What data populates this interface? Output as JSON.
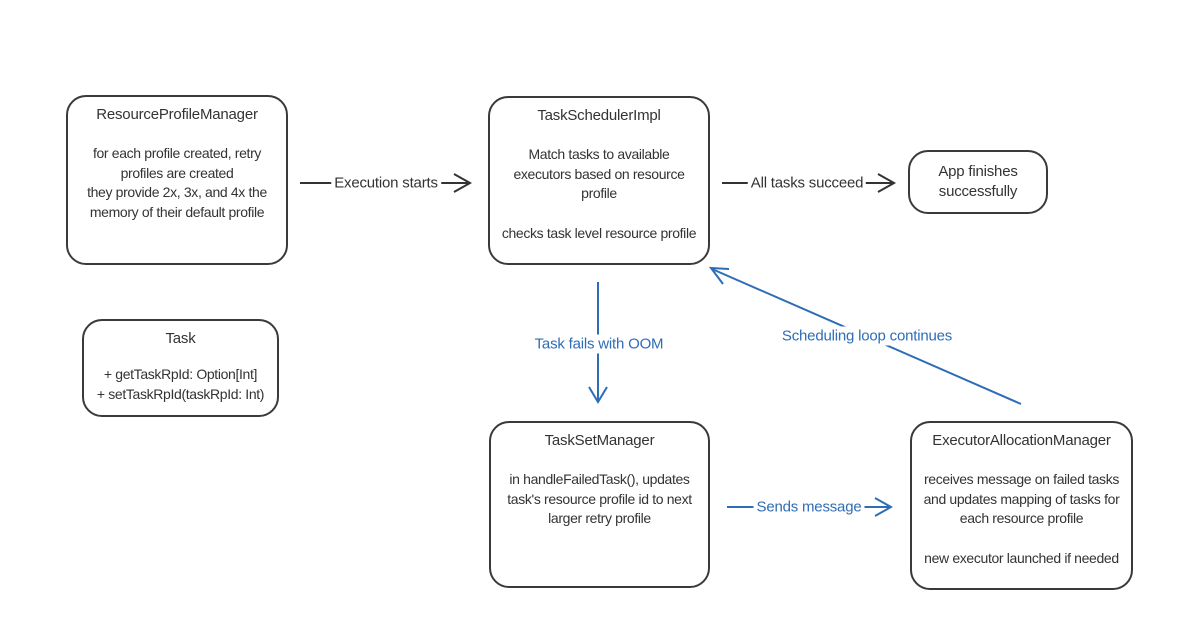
{
  "colors": {
    "ink": "#333333",
    "accent_blue": "#2e6db6",
    "background": "#ffffff"
  },
  "nodes": {
    "resource_profile_manager": {
      "title": "ResourceProfileManager",
      "body": "for each profile created, retry\nprofiles are created\nthey provide 2x, 3x, and 4x the\nmemory of their default profile"
    },
    "task_scheduler_impl": {
      "title": "TaskSchedulerImpl",
      "body": "Match tasks to available\nexecutors based on resource\nprofile\n\nchecks task level resource profile"
    },
    "app_finishes": {
      "title": "App finishes successfully"
    },
    "task": {
      "title": "Task",
      "body": "+ getTaskRpId: Option[Int]\n+ setTaskRpId(taskRpId: Int)"
    },
    "task_set_manager": {
      "title": "TaskSetManager",
      "body": "in handleFailedTask(), updates\ntask's resource profile id to next\nlarger retry profile"
    },
    "executor_allocation_manager": {
      "title": "ExecutorAllocationManager",
      "body": "receives message on failed tasks\nand updates mapping of tasks for\neach resource profile\n\nnew executor launched if needed"
    }
  },
  "edges": {
    "execution_starts": {
      "label": "Execution starts"
    },
    "all_tasks_succeed": {
      "label": "All tasks succeed"
    },
    "task_fails_oom": {
      "label": "Task fails with OOM"
    },
    "sends_message": {
      "label": "Sends message"
    },
    "scheduling_loop_continues": {
      "label": "Scheduling loop continues"
    }
  }
}
